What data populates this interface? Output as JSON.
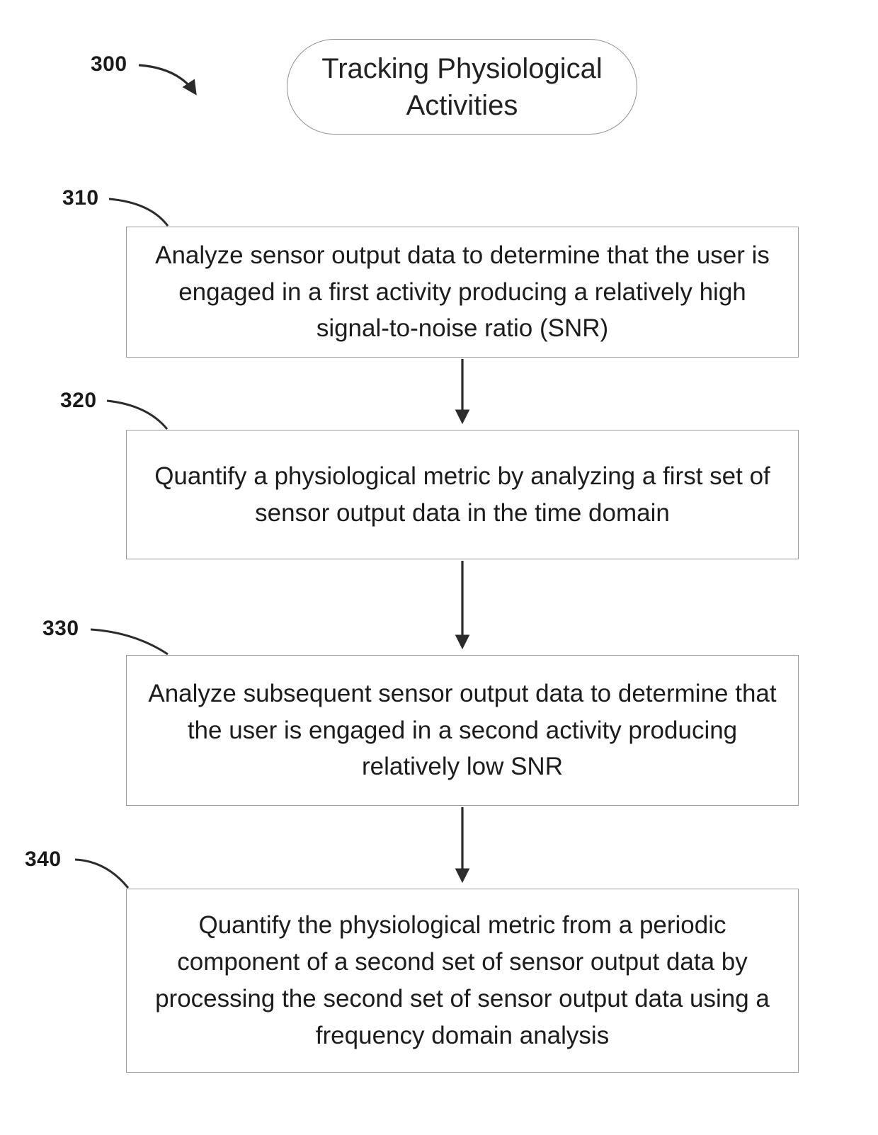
{
  "diagram": {
    "title": "Tracking Physiological Activities",
    "figure_ref": "300",
    "refs": {
      "root": "300",
      "step1": "310",
      "step2": "320",
      "step3": "330",
      "step4": "340"
    },
    "boxes": [
      {
        "ref": "310",
        "text": "Analyze sensor output data to determine that the user is engaged in a first activity producing a relatively high signal-to-noise ratio (SNR)"
      },
      {
        "ref": "320",
        "text": "Quantify a physiological metric by analyzing a first set of sensor output data in the time domain"
      },
      {
        "ref": "330",
        "text": "Analyze subsequent sensor output data to determine that the user is engaged in a second activity producing relatively low SNR"
      },
      {
        "ref": "340",
        "text": "Quantify the physiological metric from a periodic component of a second set of sensor output data by processing the second set of sensor output data using a frequency domain analysis"
      }
    ],
    "colors": {
      "line": "#2b2b2b",
      "box_border": "#9a9a9a",
      "text": "#1c1c1c"
    }
  }
}
